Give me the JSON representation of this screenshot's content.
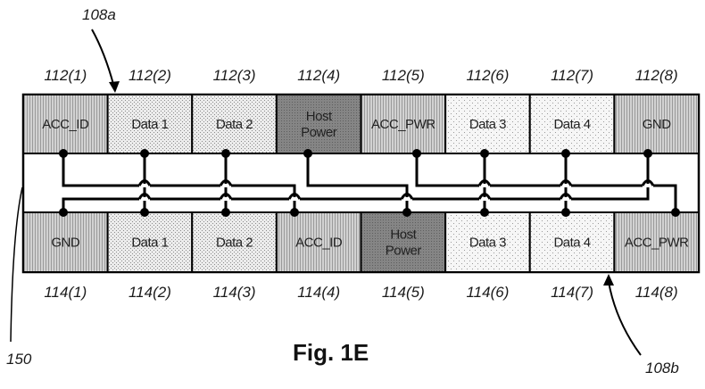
{
  "figure": {
    "title": "Fig. 1E",
    "connector_a_label": "108a",
    "connector_b_label": "108b",
    "cable_label": "150"
  },
  "colors": {
    "dark": "#7a7a7a",
    "medium": "#c4c4c4",
    "light": "#e4e4e4",
    "lightest": "#f2f2f2",
    "line": "#000000"
  },
  "top_row": {
    "pins": [
      {
        "ref": "112(1)",
        "label": [
          "ACC_ID"
        ],
        "shade": "medium"
      },
      {
        "ref": "112(2)",
        "label": [
          "Data 1"
        ],
        "shade": "light"
      },
      {
        "ref": "112(3)",
        "label": [
          "Data 2"
        ],
        "shade": "light"
      },
      {
        "ref": "112(4)",
        "label": [
          "Host",
          "Power"
        ],
        "shade": "dark"
      },
      {
        "ref": "112(5)",
        "label": [
          "ACC_PWR"
        ],
        "shade": "medium"
      },
      {
        "ref": "112(6)",
        "label": [
          "Data 3"
        ],
        "shade": "lightest"
      },
      {
        "ref": "112(7)",
        "label": [
          "Data 4"
        ],
        "shade": "lightest"
      },
      {
        "ref": "112(8)",
        "label": [
          "GND"
        ],
        "shade": "medium"
      }
    ]
  },
  "bottom_row": {
    "pins": [
      {
        "ref": "114(1)",
        "label": [
          "GND"
        ],
        "shade": "medium"
      },
      {
        "ref": "114(2)",
        "label": [
          "Data 1"
        ],
        "shade": "light"
      },
      {
        "ref": "114(3)",
        "label": [
          "Data 2"
        ],
        "shade": "light"
      },
      {
        "ref": "114(4)",
        "label": [
          "ACC_ID"
        ],
        "shade": "medium"
      },
      {
        "ref": "114(5)",
        "label": [
          "Host",
          "Power"
        ],
        "shade": "dark"
      },
      {
        "ref": "114(6)",
        "label": [
          "Data 3"
        ],
        "shade": "lightest"
      },
      {
        "ref": "114(7)",
        "label": [
          "Data 4"
        ],
        "shade": "lightest"
      },
      {
        "ref": "114(8)",
        "label": [
          "ACC_PWR"
        ],
        "shade": "medium"
      }
    ]
  },
  "connections": [
    {
      "from": 1,
      "to": 4,
      "signal": "ACC_ID"
    },
    {
      "from": 2,
      "to": 2,
      "signal": "Data 1"
    },
    {
      "from": 3,
      "to": 3,
      "signal": "Data 2"
    },
    {
      "from": 4,
      "to": 5,
      "signal": "Host Power"
    },
    {
      "from": 5,
      "to": 8,
      "signal": "ACC_PWR"
    },
    {
      "from": 6,
      "to": 6,
      "signal": "Data 3"
    },
    {
      "from": 7,
      "to": 7,
      "signal": "Data 4"
    },
    {
      "from": 8,
      "to": 1,
      "signal": "GND"
    }
  ]
}
